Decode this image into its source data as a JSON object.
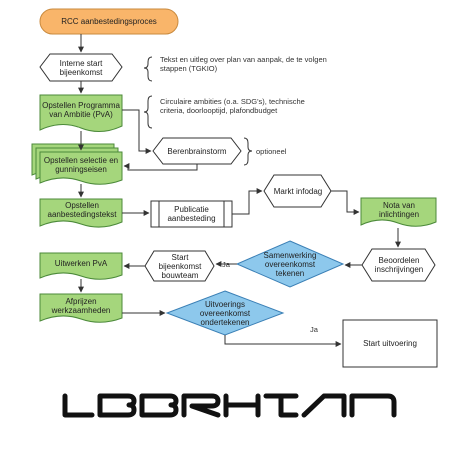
{
  "nodes": {
    "start": "RCC aanbestedingsproces",
    "internal_kickoff": "Interne start bijeenkomst",
    "pva": "Opstellen Programma van Ambitie (PvA)",
    "brainstorm": "Berenbrainstorm",
    "selection": "Opstellen selectie en gunningseisen",
    "tender_text": "Opstellen aanbestedingstekst",
    "publication": "Publicatie aanbesteding",
    "market_day": "Markt infodag",
    "info_memo": "Nota van inlichtingen",
    "assess": "Beoordelen inschrijvingen",
    "sign_agreement": "Samenwerking overeenkomst tekenen",
    "kickoff_team": "Start bijeenkomst bouwteam",
    "elaborate_pva": "Uitwerken PvA",
    "pricing": "Afprijzen werkzaamheden",
    "sign_exec": "Uitvoerings overeenkomst ondertekenen",
    "start_exec": "Start uitvoering"
  },
  "notes": {
    "plan": "Tekst en uitleg over plan van aanpak, de te volgen stappen (TGKIO)",
    "ambitions": "Circulaire ambities (o.a. SDG's), technische criteria, doorlooptijd, plafondbudget",
    "optional": "optioneel"
  },
  "edge_labels": {
    "yes_team": "Ja",
    "yes_exec": "Ja"
  },
  "logo_text": "LBBRHTLN",
  "colors": {
    "start_fill": "#f9b56a",
    "process_fill": "#a5d67c",
    "process_stroke": "#4c8a3a",
    "decision_fill": "#8dc8ec",
    "decision_stroke": "#3a7fb5",
    "line": "#333333"
  }
}
